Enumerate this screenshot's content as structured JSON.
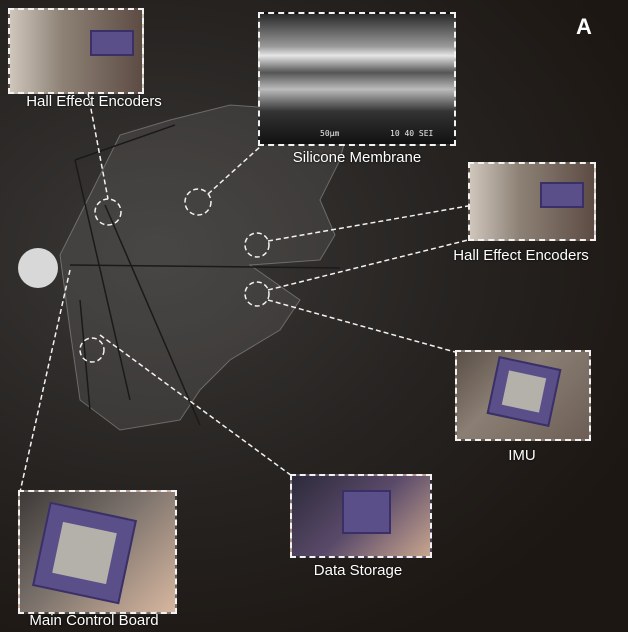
{
  "panel_label": "A",
  "callouts": {
    "hall_top": "Hall Effect Encoders",
    "silicone": "Silicone Membrane",
    "hall_right": "Hall Effect Encoders",
    "imu": "IMU",
    "data_storage": "Data Storage",
    "main_board": "Main Control Board"
  },
  "sem_scale": "50µm",
  "sem_info": "10 40 SEI",
  "colors": {
    "background": "#1c1612",
    "dashed": "#f2f2f2",
    "text": "#ffffff"
  }
}
